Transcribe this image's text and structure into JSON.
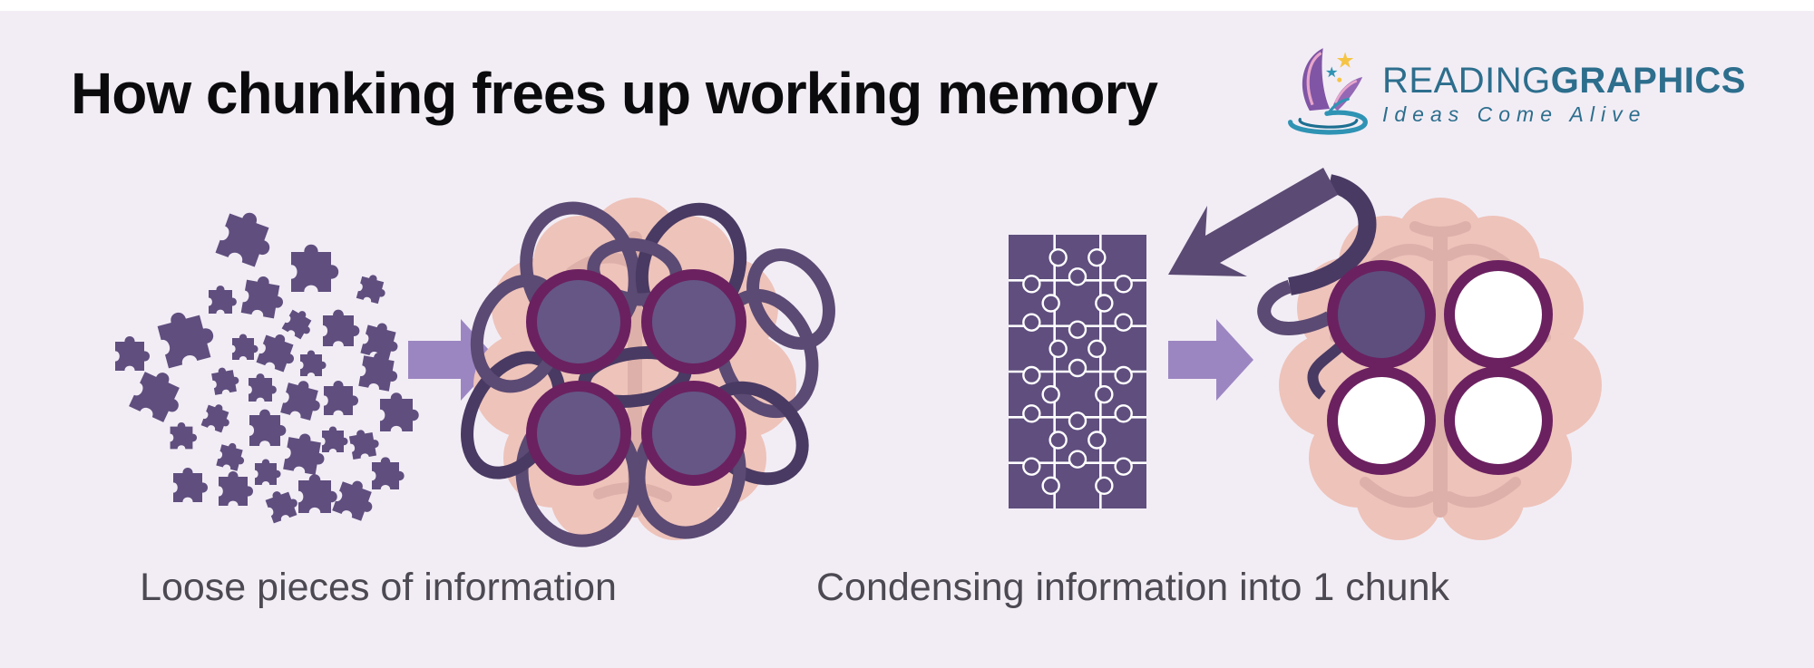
{
  "page": {
    "background": "#f2edf5",
    "top_strip_color": "#ffffff"
  },
  "header": {
    "title": "How chunking frees up working memory",
    "title_color": "#0b0a0d"
  },
  "logo": {
    "brand_regular": "READING",
    "brand_bold": "GRAPHICS",
    "tagline": "Ideas Come Alive",
    "text_color": "#2d6e8d",
    "icon": "butterfly-book-splash-icon",
    "icon_colors": {
      "wing_purple": "#8055a5",
      "wing_light": "#9568b5",
      "stripe_pink": "#e7a6cb",
      "star_yellow": "#f5c445",
      "star_teal": "#2f93b4",
      "swirl_teal": "#2f93b4",
      "swirl_dark": "#1d6f91"
    }
  },
  "diagram": {
    "left": {
      "caption": "Loose pieces of information"
    },
    "right": {
      "caption": "Condensing information into 1 chunk"
    },
    "caption_color": "#4c4952",
    "colors": {
      "puzzle": "#5f4e7e",
      "arrow": "#9c86c2",
      "ribbon": "#5b4a73",
      "ribbon_dark": "#493a63",
      "brain": "#eec3ba",
      "brain_line": "#ddb0a9",
      "circle_border": "#6b2160",
      "circle_fill": "#655686",
      "circle_fill_right": "#5d4e7e",
      "circle_white": "#ffffff",
      "grid_line": "#ffffff"
    }
  }
}
